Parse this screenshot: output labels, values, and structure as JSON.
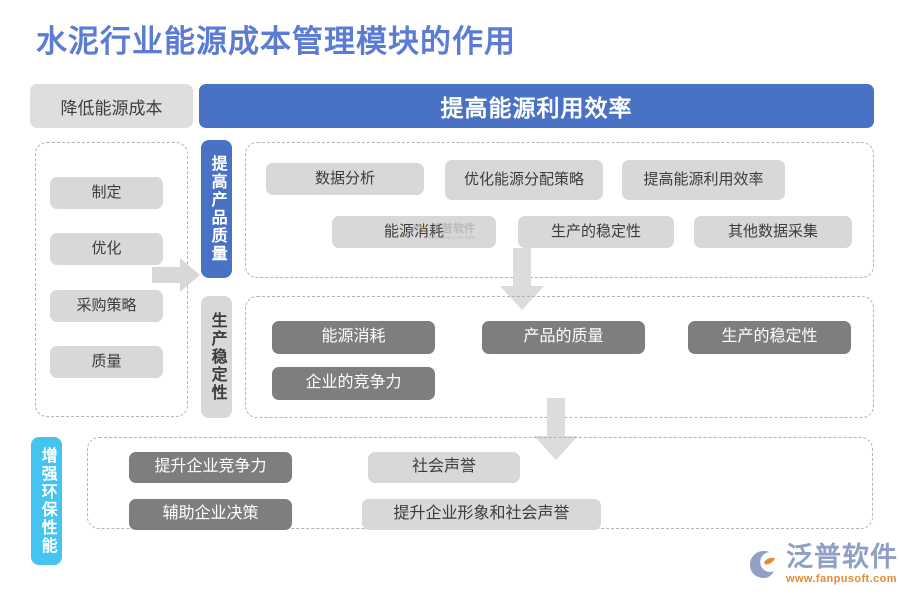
{
  "page": {
    "title": "水泥行业能源成本管理模块的作用",
    "title_color": "#5b7bd5",
    "background": "#ffffff"
  },
  "header": {
    "cost_label": "降低能源成本",
    "main_label": "提高能源利用效率",
    "main_color": "#4a72c4",
    "chip_color": "#dededc"
  },
  "left_panel": {
    "items": [
      {
        "label": "制定"
      },
      {
        "label": "优化"
      },
      {
        "label": "采购策略"
      },
      {
        "label": "质量"
      }
    ]
  },
  "tabs": {
    "quality": {
      "label": "提高产品质量",
      "color": "#4a72c4",
      "text_color": "#ffffff"
    },
    "stability": {
      "label": "生产稳定性",
      "color": "#d8d8d8",
      "text_color": "#3c3c3c"
    },
    "environment": {
      "label": "增强环保性能",
      "color": "#45c4f0",
      "text_color": "#ffffff"
    }
  },
  "panel_top": {
    "chips": [
      {
        "label": "数据分析",
        "style": "light"
      },
      {
        "label": "优化能源分配策略",
        "style": "light"
      },
      {
        "label": "提高能源利用效率",
        "style": "light"
      },
      {
        "label": "能源消耗",
        "style": "light"
      },
      {
        "label": "生产的稳定性",
        "style": "light"
      },
      {
        "label": "其他数据采集",
        "style": "light"
      }
    ]
  },
  "panel_mid": {
    "chips": [
      {
        "label": "能源消耗",
        "style": "dark"
      },
      {
        "label": "产品的质量",
        "style": "dark"
      },
      {
        "label": "生产的稳定性",
        "style": "dark"
      },
      {
        "label": "企业的竞争力",
        "style": "dark"
      }
    ]
  },
  "panel_bottom": {
    "chips": [
      {
        "label": "提升企业竞争力",
        "style": "dark"
      },
      {
        "label": "社会声誉",
        "style": "light"
      },
      {
        "label": "辅助企业决策",
        "style": "dark"
      },
      {
        "label": "提升企业形象和社会声誉",
        "style": "light"
      }
    ]
  },
  "watermark": {
    "text": "泛普软件",
    "sub": "www.fanpusoft.com"
  },
  "brand": {
    "name": "泛普软件",
    "url": "www.fanpusoft.com",
    "name_color": "#8fa0c4",
    "url_color": "#e38b36"
  },
  "colors": {
    "chip_light": "#d8d8d8",
    "chip_dark": "#7e7e7e",
    "dashed_border": "#b4b4b4",
    "arrow": "#d8d8d8"
  }
}
